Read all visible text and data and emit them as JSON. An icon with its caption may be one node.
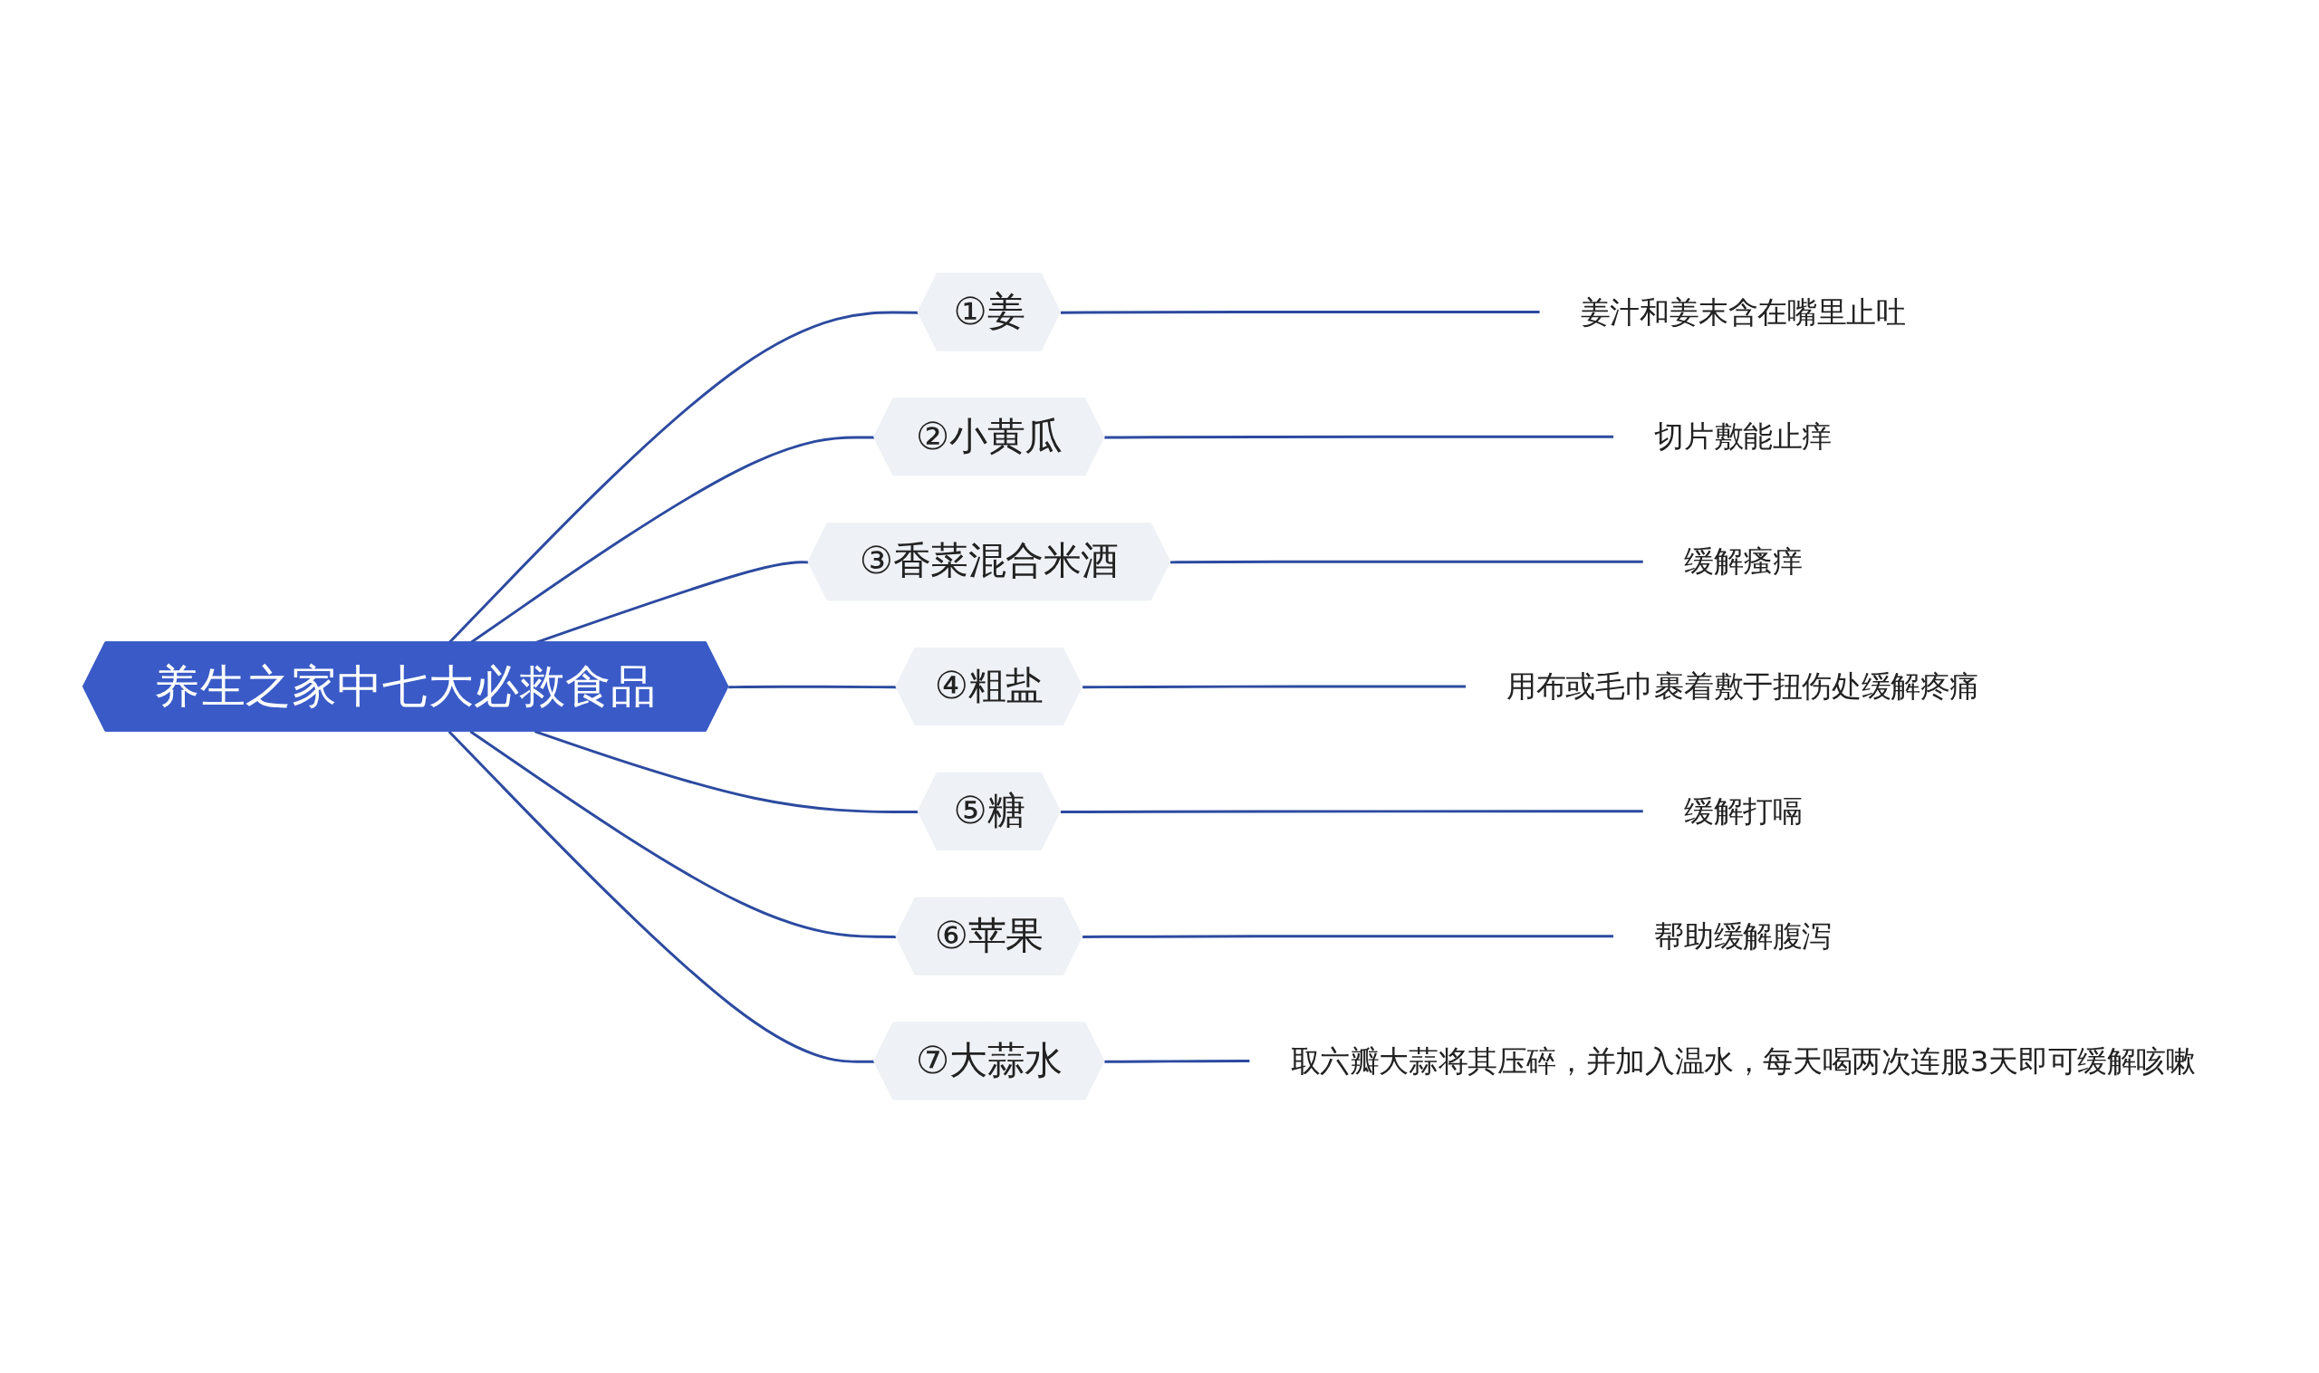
{
  "diagram": {
    "nodes": [
      {
        "text": [
          "养生之家中七大必救食品"
        ]
      },
      {
        "text": [
          "①姜"
        ]
      },
      {
        "text": [
          "②小黄瓜"
        ]
      },
      {
        "text": [
          "③香菜混合米酒"
        ]
      },
      {
        "text": [
          "④粗盐"
        ]
      },
      {
        "text": [
          "⑤糖"
        ]
      },
      {
        "text": [
          "⑥苹果"
        ]
      },
      {
        "text": [
          "⑦大蒜水"
        ]
      },
      {
        "text": [
          "姜汁和姜末含在嘴里止吐"
        ]
      },
      {
        "text": [
          "切片敷能止痒"
        ]
      },
      {
        "text": [
          "缓解瘙痒"
        ]
      },
      {
        "text": [
          "用布或毛巾裹着敷于扭伤处缓解疼痛"
        ]
      },
      {
        "text": [
          "缓解打嗝"
        ]
      },
      {
        "text": [
          "帮助缓解腹泻"
        ]
      },
      {
        "text": [
          "取六瓣大蒜将其压碎，并加入温水，每天喝两次连服3天即可缓解咳嗽"
        ]
      }
    ],
    "edges": [
      {
        "from": 0,
        "to": 1,
        "arrow": "none"
      },
      {
        "from": 0,
        "to": 2,
        "arrow": "none"
      },
      {
        "from": 0,
        "to": 3,
        "arrow": "none"
      },
      {
        "from": 0,
        "to": 4,
        "arrow": "none"
      },
      {
        "from": 0,
        "to": 5,
        "arrow": "none"
      },
      {
        "from": 0,
        "to": 6,
        "arrow": "none"
      },
      {
        "from": 0,
        "to": 7,
        "arrow": "none"
      },
      {
        "from": 1,
        "to": 8,
        "arrow": "none"
      },
      {
        "from": 2,
        "to": 9,
        "arrow": "none"
      },
      {
        "from": 3,
        "to": 10,
        "arrow": "none"
      },
      {
        "from": 4,
        "to": 11,
        "arrow": "none"
      },
      {
        "from": 5,
        "to": 12,
        "arrow": "none"
      },
      {
        "from": 6,
        "to": 13,
        "arrow": "none"
      },
      {
        "from": 7,
        "to": 14,
        "arrow": "none"
      }
    ]
  }
}
